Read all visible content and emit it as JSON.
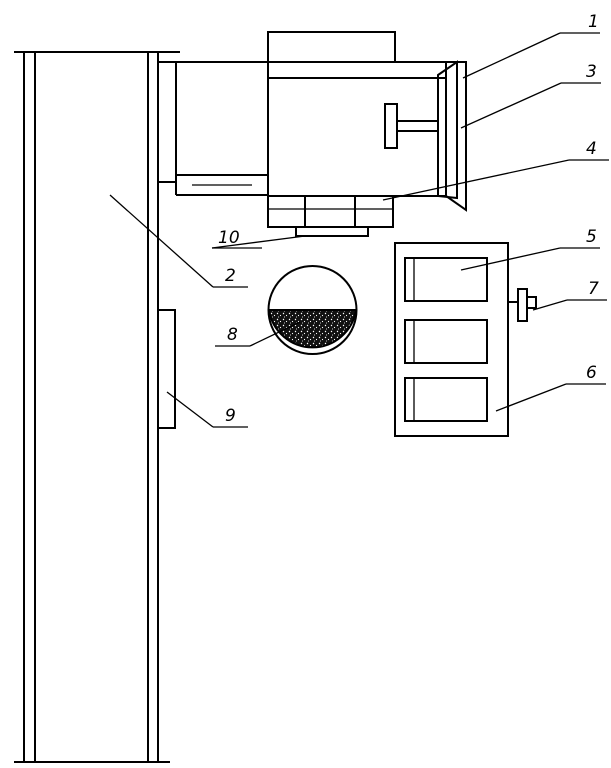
{
  "figure": {
    "labels": [
      "1",
      "3",
      "4",
      "5",
      "7",
      "6",
      "10",
      "2",
      "8",
      "9"
    ]
  }
}
